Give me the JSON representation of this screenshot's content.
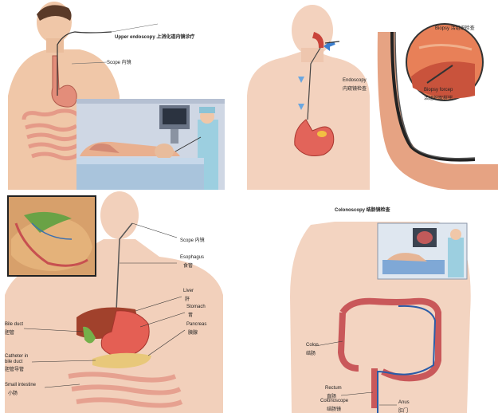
{
  "panels": {
    "upper_endoscopy": {
      "title": "Upper endoscopy 上消化道内镜诊疗",
      "scope": "Scope 内镜"
    },
    "biopsy": {
      "biopsy_top": "Biopsy 活组织检查",
      "endoscopy": "Endoscopy",
      "endoscopy_cn": "内窥镜检查",
      "biopsy_forcep": "Biopsy forcep",
      "biopsy_forcep_cn": "活组织取样钳"
    },
    "ercp": {
      "scope": "Scope 内镜",
      "esophagus": "Esophagus",
      "esophagus_cn": "食管",
      "liver": "Liver",
      "liver_cn": "肝",
      "stomach": "Stomach",
      "stomach_cn": "胃",
      "pancreas": "Pancreas",
      "pancreas_cn": "胰腺",
      "bile_duct": "Bile duct",
      "bile_duct_cn": "胆管",
      "catheter": "Catheter in",
      "catheter2": "bile duct",
      "catheter_cn": "胆管导管",
      "small_intestine": "Small intestine",
      "small_intestine_cn": "小肠"
    },
    "colonoscopy": {
      "title": "Colonoscopy 结肠镜检查",
      "colon": "Colon",
      "colon_cn": "结肠",
      "rectum": "Rectum",
      "rectum_cn": "直肠",
      "colonoscope": "Colonoscope",
      "colonoscope_cn": "结肠镜",
      "anus": "Anus",
      "anus_cn": "肛门"
    }
  }
}
